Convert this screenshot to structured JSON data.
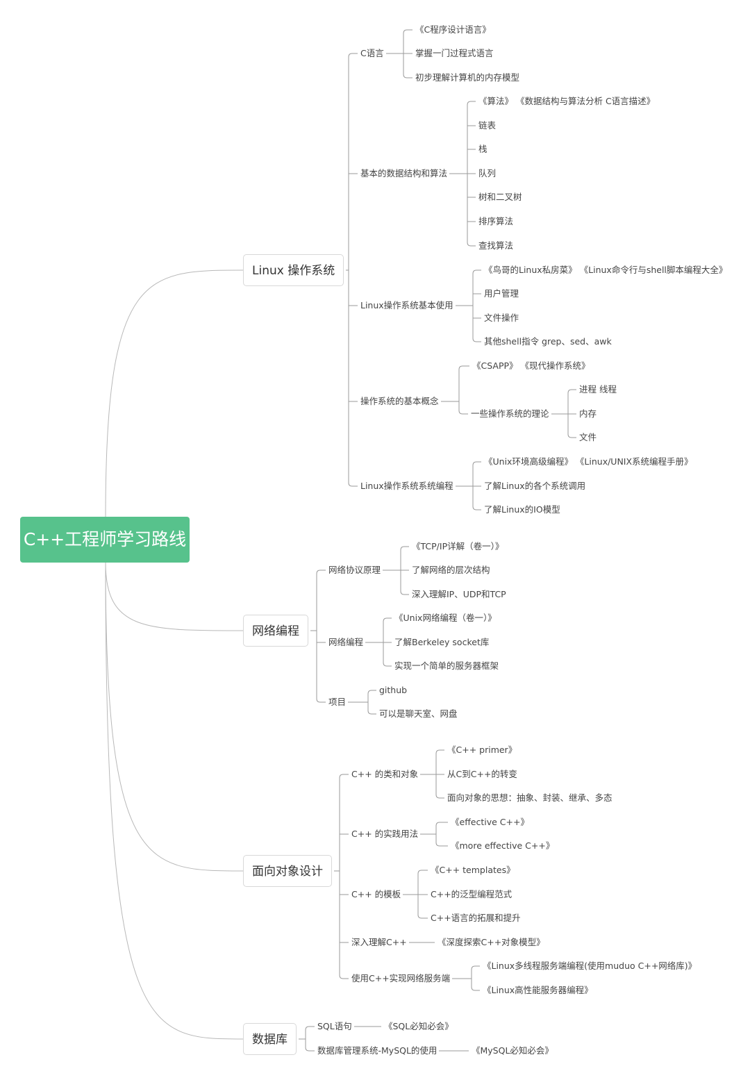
{
  "root": "C++工程师学习路线",
  "branches": [
    {
      "label": "Linux 操作系统",
      "children": [
        {
          "label": "C语言",
          "children": [
            {
              "label": "《C程序设计语言》"
            },
            {
              "label": "掌握一门过程式语言"
            },
            {
              "label": "初步理解计算机的内存模型"
            }
          ]
        },
        {
          "label": "基本的数据结构和算法",
          "children": [
            {
              "label": "《算法》 《数据结构与算法分析 C语言描述》"
            },
            {
              "label": "链表"
            },
            {
              "label": "栈"
            },
            {
              "label": "队列"
            },
            {
              "label": "树和二叉树"
            },
            {
              "label": "排序算法"
            },
            {
              "label": "查找算法"
            }
          ]
        },
        {
          "label": "Linux操作系统基本使用",
          "children": [
            {
              "label": "《鸟哥的Linux私房菜》 《Linux命令行与shell脚本编程大全》"
            },
            {
              "label": "用户管理"
            },
            {
              "label": "文件操作"
            },
            {
              "label": "其他shell指令 grep、sed、awk"
            }
          ]
        },
        {
          "label": "操作系统的基本概念",
          "children": [
            {
              "label": "《CSAPP》 《现代操作系统》"
            },
            {
              "label": "一些操作系统的理论",
              "children": [
                {
                  "label": "进程 线程"
                },
                {
                  "label": "内存"
                },
                {
                  "label": "文件"
                }
              ]
            }
          ]
        },
        {
          "label": "Linux操作系统系统编程",
          "children": [
            {
              "label": "《Unix环境高级编程》 《Linux/UNIX系统编程手册》"
            },
            {
              "label": "了解Linux的各个系统调用"
            },
            {
              "label": "了解Linux的IO模型"
            }
          ]
        }
      ]
    },
    {
      "label": "网络编程",
      "children": [
        {
          "label": "网络协议原理",
          "children": [
            {
              "label": "《TCP/IP详解（卷一）》"
            },
            {
              "label": "了解网络的层次结构"
            },
            {
              "label": "深入理解IP、UDP和TCP"
            }
          ]
        },
        {
          "label": "网络编程",
          "children": [
            {
              "label": "《Unix网络编程（卷一）》"
            },
            {
              "label": "了解Berkeley socket库"
            },
            {
              "label": "实现一个简单的服务器框架"
            }
          ]
        },
        {
          "label": "项目",
          "children": [
            {
              "label": "github"
            },
            {
              "label": "可以是聊天室、网盘"
            }
          ]
        }
      ]
    },
    {
      "label": "面向对象设计",
      "children": [
        {
          "label": "C++ 的类和对象",
          "children": [
            {
              "label": "《C++ primer》"
            },
            {
              "label": "从C到C++的转变"
            },
            {
              "label": "面向对象的思想：抽象、封装、继承、多态"
            }
          ]
        },
        {
          "label": "C++ 的实践用法",
          "children": [
            {
              "label": "《effective C++》"
            },
            {
              "label": "《more effective C++》"
            }
          ]
        },
        {
          "label": "C++ 的模板",
          "children": [
            {
              "label": "《C++ templates》"
            },
            {
              "label": "C++的泛型编程范式"
            },
            {
              "label": "C++语言的拓展和提升"
            }
          ]
        },
        {
          "label": "深入理解C++",
          "children": [
            {
              "label": "《深度探索C++对象模型》"
            }
          ]
        },
        {
          "label": "使用C++实现网络服务端",
          "children": [
            {
              "label": "《Linux多线程服务端编程(使用muduo C++网络库)》"
            },
            {
              "label": "《Linux高性能服务器编程》"
            }
          ]
        }
      ]
    },
    {
      "label": "数据库",
      "children": [
        {
          "label": "SQL语句",
          "children": [
            {
              "label": "《SQL必知必会》"
            }
          ]
        },
        {
          "label": "数据库管理系统-MySQL的使用",
          "children": [
            {
              "label": "《MySQL必知必会》"
            }
          ]
        }
      ]
    }
  ]
}
